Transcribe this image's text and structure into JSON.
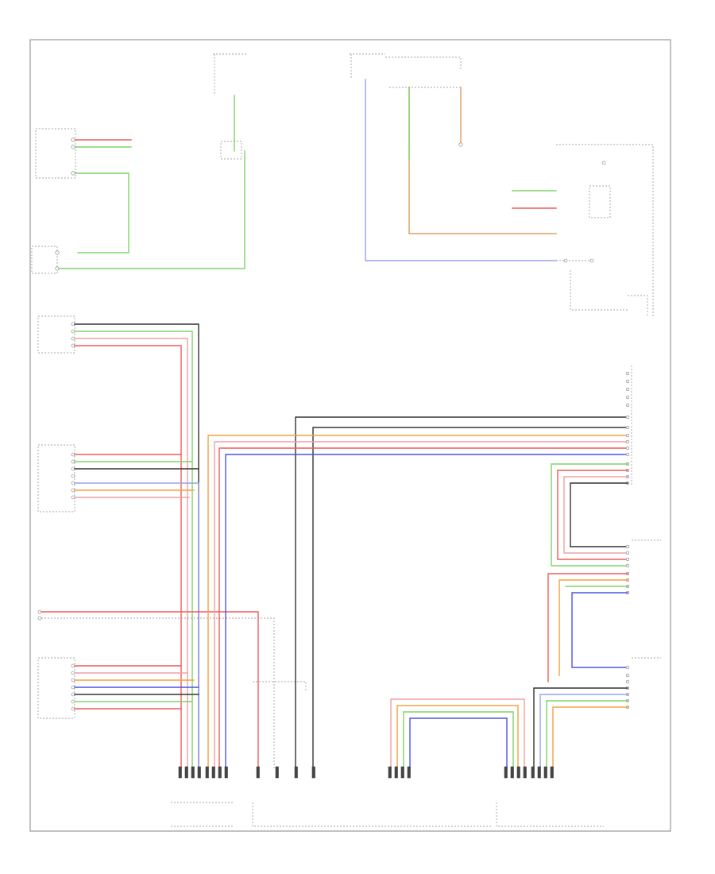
{
  "diagram": {
    "footer_code": "",
    "colors": {
      "wire_green": "#7fd36a",
      "wire_red": "#f05a5a",
      "wire_pink": "#f2a0a0",
      "wire_orange": "#f5a040",
      "wire_blue": "#4d55e0",
      "wire_black": "#333333",
      "wire_lightblue": "#9aa0f0",
      "wire_tan": "#d8a060",
      "frame": "#999999"
    },
    "components": [
      {
        "id": "engine-control-module",
        "label": ""
      },
      {
        "id": "fuse-block",
        "label": ""
      },
      {
        "id": "front-center-ultrasonic-sensor",
        "label": ""
      },
      {
        "id": "right-front-sensor",
        "label": ""
      },
      {
        "id": "left-front-corner-sensor",
        "label": ""
      },
      {
        "id": "parking-assist-ecu",
        "label": ""
      },
      {
        "id": "combination-meter",
        "label": ""
      },
      {
        "id": "rear-center-sensor",
        "label": ""
      },
      {
        "id": "right-rear-corner-sensor",
        "label": ""
      },
      {
        "id": "left-rear-sensor",
        "label": ""
      },
      {
        "id": "clearance-sonar-buzzer",
        "label": ""
      }
    ]
  }
}
